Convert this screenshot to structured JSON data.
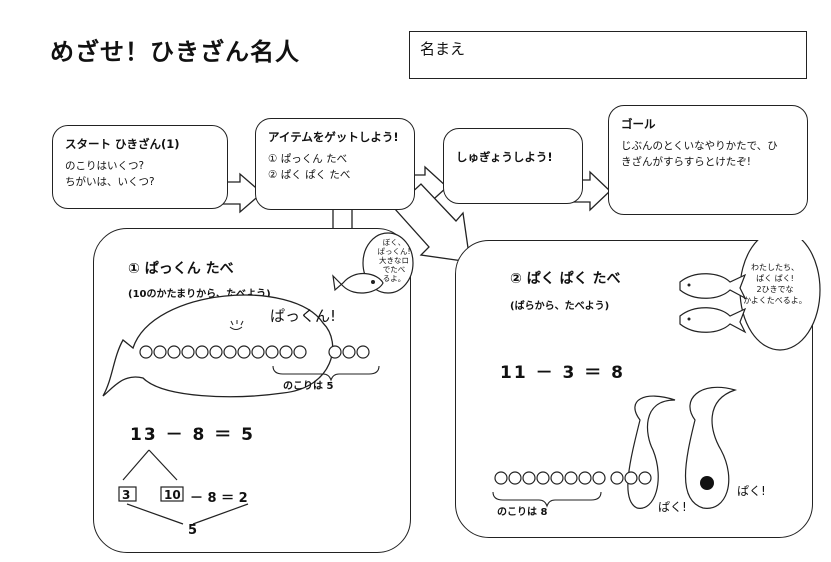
{
  "title": "めざせ！ひきざん名人",
  "name_label": "名まえ",
  "steps": [
    {
      "title": "スタート ひきざん(1)",
      "lines": [
        "のこりはいくつ?",
        "ちがいは、いくつ?"
      ]
    },
    {
      "title": "アイテムをゲットしよう!",
      "lines": [
        "① ぱっくん たべ",
        "② ぱく ぱく たべ"
      ]
    },
    {
      "title": "しゅぎょうしよう!",
      "lines": []
    },
    {
      "title": "ゴール",
      "lines": [
        "じぶんのとくいなやりかたで、ひ",
        "きざんがすらすらとけたぞ!"
      ]
    }
  ],
  "left_panel": {
    "heading": "① ぱっくん たべ",
    "subheading": "(10のかたまりから、たべよう)",
    "sound": "ぱっくん!",
    "bubble": [
      "ぼく、",
      "ぱっくん!",
      "大きなロ",
      "でたべ",
      "るよ。"
    ],
    "remain_label": "のこりは 5",
    "equation": "13 － 8 ＝ 5",
    "split_a": "3",
    "split_b": "10",
    "split_rest": "－ 8 ＝ 2",
    "split_sum": "5"
  },
  "right_panel": {
    "heading": "② ぱく ぱく たべ",
    "subheading": "(ばらから、たべよう)",
    "bubble": [
      "わたしたち、",
      "ぱく ぱく!",
      "2ひきでな",
      "かよくたべるよ。"
    ],
    "equation": "11 － 3 ＝ 8",
    "remain_label": "のこりは 8",
    "sound1": "ぱく!",
    "sound2": "ぱく!"
  }
}
